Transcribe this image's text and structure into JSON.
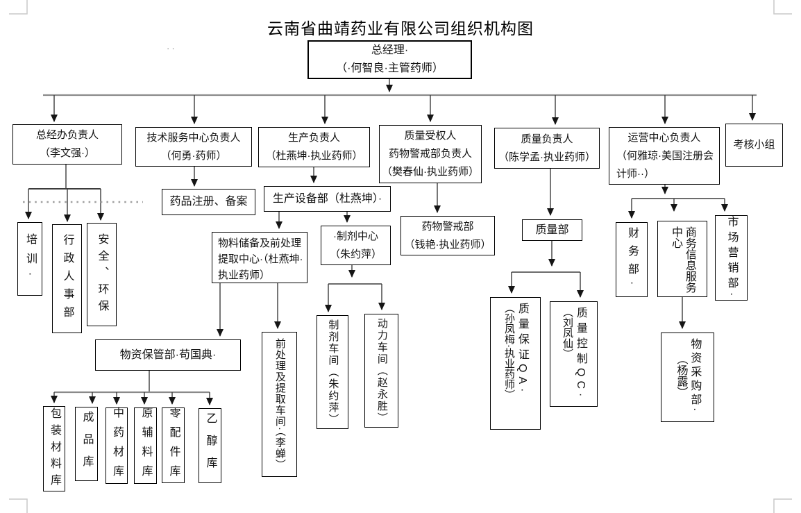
{
  "page": {
    "title": "云南省曲靖药业有限公司组织机构图",
    "decor_dots": "··"
  },
  "colors": {
    "box_border": "#000000",
    "connector_dark": "#3c3c3c",
    "connector_gray": "#8a8a8a",
    "dotted_line": "#a0a0a0",
    "corner_marks": "#c9c9c9"
  },
  "nodes": {
    "gm": {
      "l1": "总经理·",
      "l2": "（·何智良·主管药师）"
    },
    "zjb": {
      "l1": "总经办负责人",
      "l2": "（李文强·）"
    },
    "jsfw": {
      "l1": "技术服务中心负责人",
      "l2": "（何勇·药师）"
    },
    "scfzr": {
      "l1": "生产负责人",
      "l2": "（杜燕坤·执业药师）"
    },
    "zlsqr": {
      "l1": "质量受权人",
      "l2": "药物警戒部负责人",
      "l3": "（樊春仙·执业药师）"
    },
    "zlfzr": {
      "l1": "质量负责人",
      "l2": "（陈学孟·执业药师）"
    },
    "yyzx": {
      "l1": "运营中心负责人",
      "l2": "（何雅琼·美国注册会",
      "l3": "计师··）"
    },
    "khxz": {
      "l1": "考核小组"
    },
    "peixun": {
      "v1": "培训·"
    },
    "xzrsb": {
      "v1": "行政人事部"
    },
    "aqhb": {
      "v1": "安全、环保"
    },
    "ypzc": {
      "l1": "药品注册、备案"
    },
    "scsbb": {
      "l1": "生产设备部（杜燕坤）·"
    },
    "wlcb": {
      "l1": "物料储备及前处理",
      "l2": "提取中心·（杜燕坤·",
      "l3": "执业药师）"
    },
    "zjzx": {
      "l1": "·制剂中心",
      "l2": "（朱约萍）"
    },
    "ywjjb": {
      "l1": "药物警戒部",
      "l2": "（钱艳·执业药师）"
    },
    "zlb": {
      "l1": "质量部"
    },
    "cwb": {
      "v1": "财务部·"
    },
    "swxx": {
      "v1": "商务信息服务",
      "v2": "中心"
    },
    "scyx": {
      "v1": "市场营销部·"
    },
    "wzbgb": {
      "l1": "物资保管部·苟国典·"
    },
    "qcl": {
      "v1": "前处理及提取车间·（李蝉）"
    },
    "zjcj": {
      "v1": "制剂车间（朱约萍）"
    },
    "dlcj": {
      "v1": "动力车间（赵永胜）"
    },
    "qa": {
      "v1": "质量保证QA·",
      "v2": "（孙凤梅·执业药师）"
    },
    "qc": {
      "v1": "质量控制QC·",
      "v2": "（刘凤仙）"
    },
    "wzcgb": {
      "v1": "物资采购部·",
      "v2": "（杨露）"
    },
    "wh_bz": {
      "v1": "包装材料库"
    },
    "wh_cp": {
      "v1": "成品库"
    },
    "wh_zy": {
      "v1": "中药材库"
    },
    "wh_yf": {
      "v1": "原辅料库"
    },
    "wh_lp": {
      "v1": "零配件库"
    },
    "wh_yc": {
      "v1": "乙醇库"
    }
  }
}
